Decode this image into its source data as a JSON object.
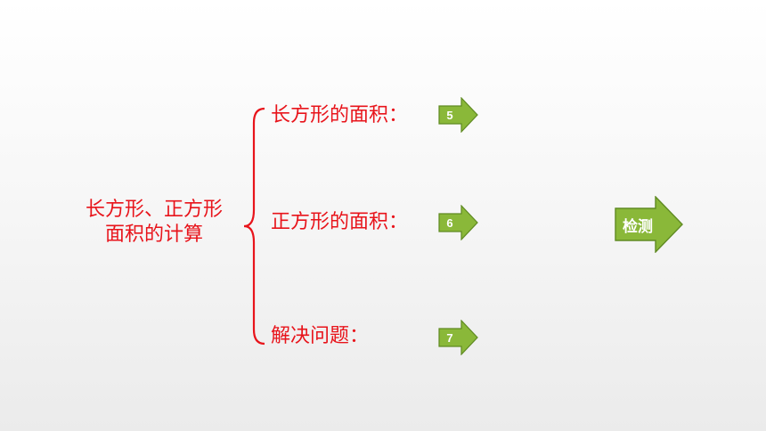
{
  "topic": {
    "line1": "长方形、正方形",
    "line2": "面积的计算"
  },
  "branches": [
    {
      "label": "长方形的面积：",
      "number": "5"
    },
    {
      "label": "正方形的面积：",
      "number": "6"
    },
    {
      "label": "解决问题：",
      "number": "7"
    }
  ],
  "check_button": {
    "label": "检测"
  },
  "colors": {
    "text_red": "#e8141b",
    "arrow_green": "#8ab839",
    "arrow_border": "#5f8a22"
  }
}
